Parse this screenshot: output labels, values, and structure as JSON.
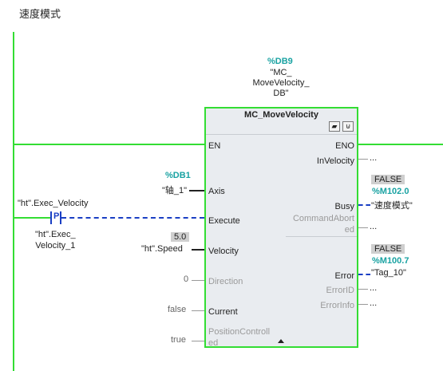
{
  "network": {
    "title": "速度模式"
  },
  "db": {
    "address": "%DB9",
    "name_line1": "\"MC_",
    "name_line2": "MoveVelocity_",
    "name_line3": "DB\""
  },
  "block": {
    "name": "MC_MoveVelocity",
    "inputs": {
      "en": "EN",
      "axis": "Axis",
      "execute": "Execute",
      "velocity": "Velocity",
      "direction": "Direction",
      "current": "Current",
      "position_controlled_1": "PositionControll",
      "position_controlled_2": "ed"
    },
    "outputs": {
      "eno": "ENO",
      "in_velocity": "InVelocity",
      "busy": "Busy",
      "command_abort_1": "CommandAbort",
      "command_abort_2": "ed",
      "error": "Error",
      "error_id": "ErrorID",
      "error_info": "ErrorInfo"
    }
  },
  "params": {
    "axis_db": "%DB1",
    "axis_tag": "\"轴_1\"",
    "speed_value": "5.0",
    "speed_tag": "\"ht\".Speed",
    "direction_value": "0",
    "current_value": "false",
    "position_value": "true",
    "contact_tag": "\"ht\".Exec_Velocity",
    "contact_type": "P",
    "edge_tag_1": "\"ht\".Exec_",
    "edge_tag_2": "Velocity_1",
    "in_velocity_out": "...",
    "busy_state": "FALSE",
    "busy_addr": "%M102.0",
    "busy_tag": "\"速度模式\"",
    "command_abort_out": "...",
    "error_state": "FALSE",
    "error_addr": "%M100.7",
    "error_tag": "\"Tag_10\"",
    "error_id_out": "...",
    "error_info_out": "..."
  },
  "colors": {
    "power_flow": "#33dd33",
    "wire": "#1a3fc4",
    "db": "#19a2a2"
  },
  "icons": [
    "db-icon",
    "monitor-icon",
    "expand-arrow-icon"
  ]
}
